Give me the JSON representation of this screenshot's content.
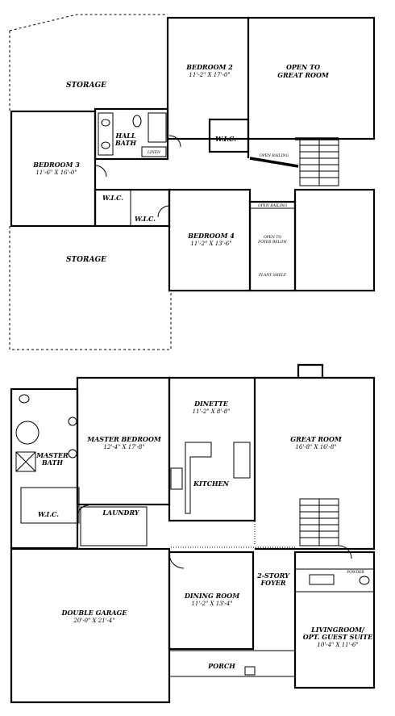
{
  "upper_floor": {
    "storage_top": "STORAGE",
    "bedroom2": {
      "name": "BEDROOM 2",
      "size": "11'-2\" X 17'-0\""
    },
    "open_great_room": {
      "line1": "OPEN TO",
      "line2": "GREAT ROOM"
    },
    "hall_bath": {
      "line1": "HALL",
      "line2": "BATH"
    },
    "linen": "LINEN",
    "wic_bed2": "W.I.C.",
    "bedroom3": {
      "name": "BEDROOM 3",
      "size": "11'-6\" X 16'-0\""
    },
    "open_railing_top": "OPEN RAILING",
    "wic_left": "W.I.C.",
    "wic_right": "W.I.C.",
    "bedroom4": {
      "name": "BEDROOM 4",
      "size": "11'-2\" X 13'-6\""
    },
    "open_railing_mid": "OPEN RAILING",
    "open_foyer": {
      "line1": "OPEN TO",
      "line2": "FOYER BELOW"
    },
    "plant_shelf": "PLANT SHELF",
    "storage_bottom": "STORAGE"
  },
  "main_floor": {
    "dinette": {
      "name": "DINETTE",
      "size": "11'-2\" X 8'-8\""
    },
    "master_bedroom": {
      "name": "MASTER BEDROOM",
      "size": "12'-4\" X 17'-8\""
    },
    "great_room": {
      "name": "GREAT ROOM",
      "size": "16'-8\" X 16'-8\""
    },
    "master_bath": {
      "line1": "MASTER",
      "line2": "BATH"
    },
    "kitchen": "KITCHEN",
    "wic": "W.I.C.",
    "laundry": "LAUNDRY",
    "powder": "POWDER",
    "foyer": {
      "line1": "2-STORY",
      "line2": "FOYER"
    },
    "dining_room": {
      "name": "DINING ROOM",
      "size": "11'-2\" X 13'-4\""
    },
    "double_garage": {
      "name": "DOUBLE GARAGE",
      "size": "20'-0\" X 21'-4\""
    },
    "living_room": {
      "line1": "LIVINGROOM/",
      "line2": "OPT. GUEST SUITE",
      "size": "10'-4\" X 11'-6\""
    },
    "porch": "PORCH"
  }
}
